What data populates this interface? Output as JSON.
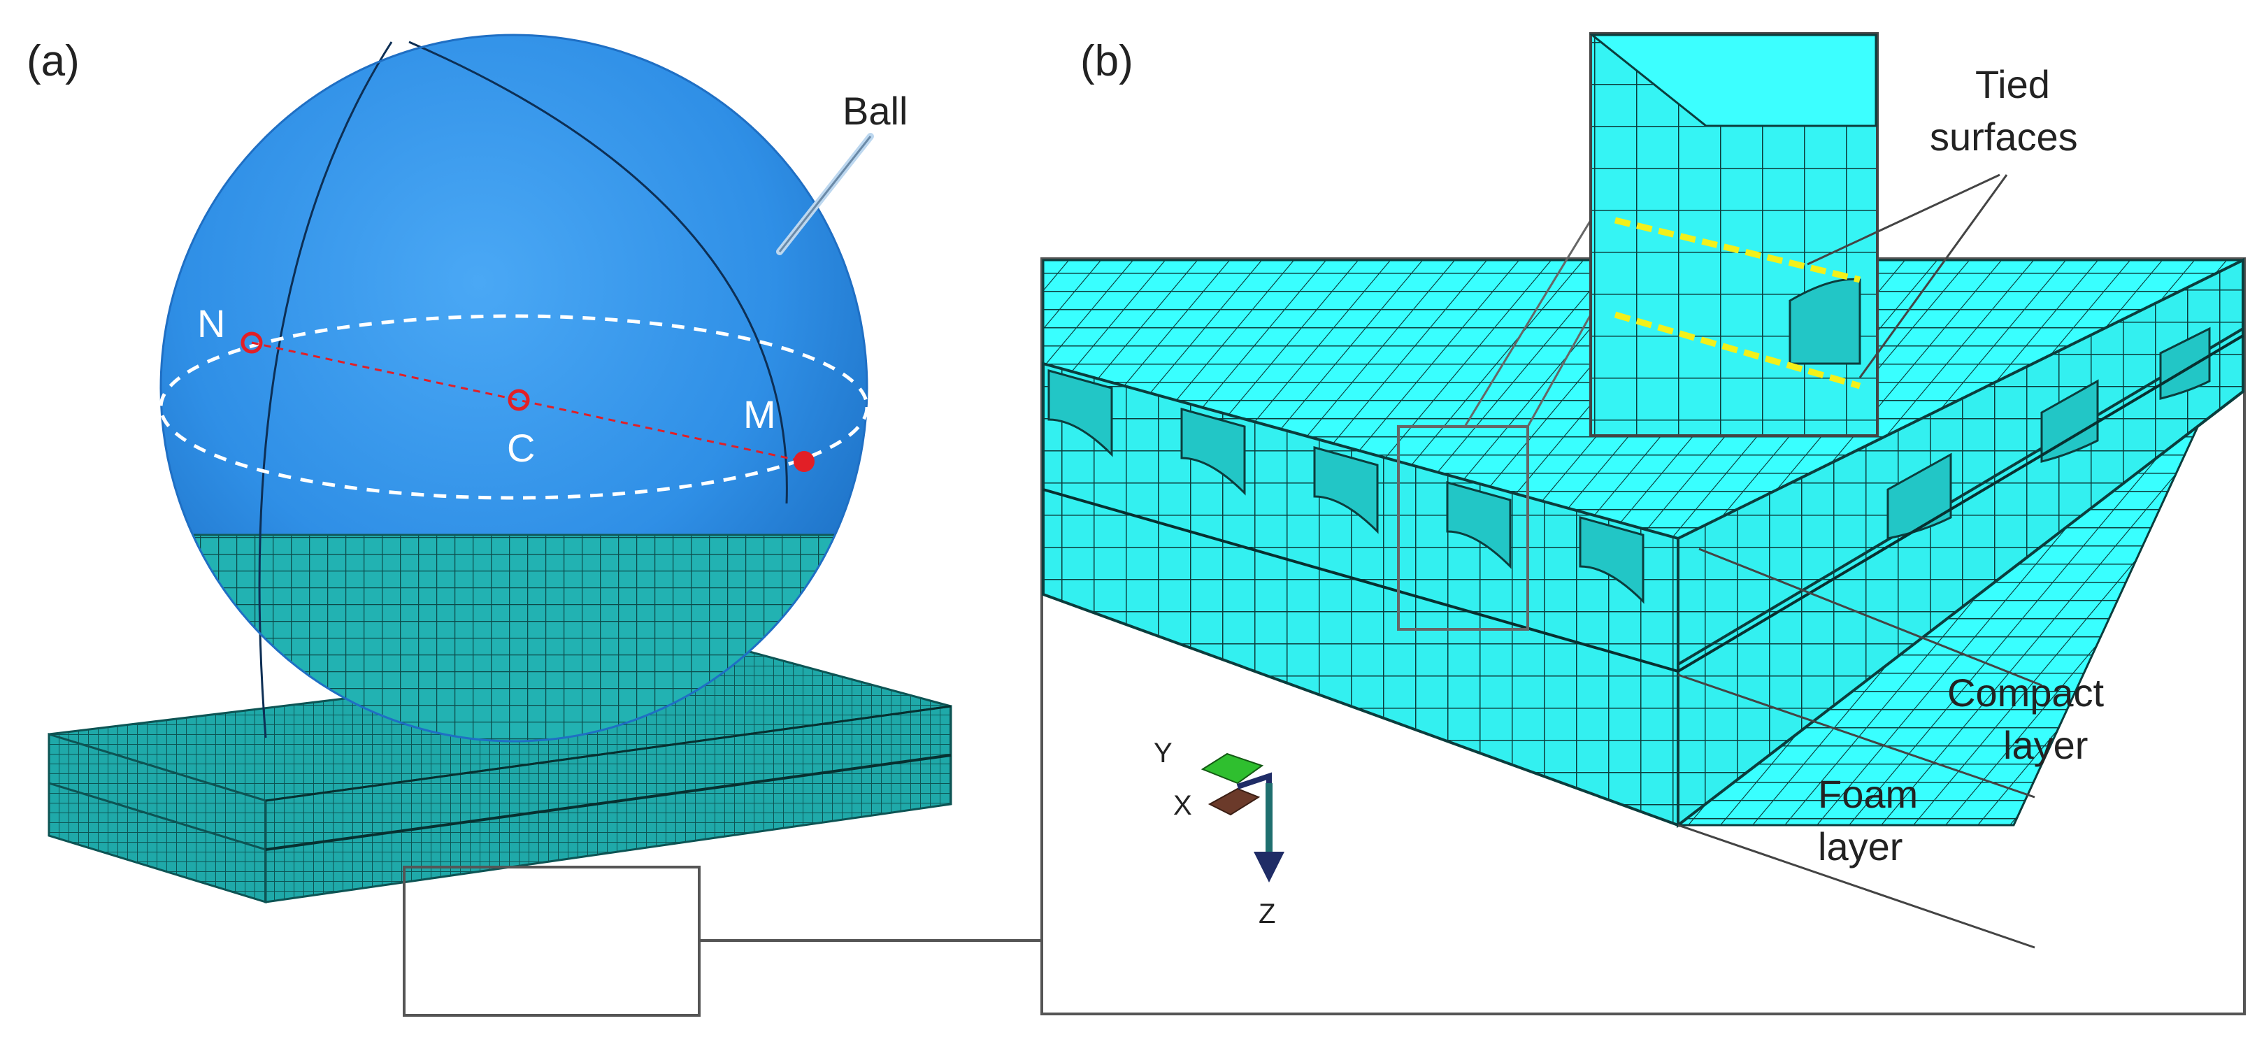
{
  "figure": {
    "panel_a": {
      "label": "(a)",
      "ball_label": "Ball",
      "points": {
        "n": "N",
        "c": "C",
        "m": "M"
      }
    },
    "panel_b": {
      "label": "(b)",
      "tied_label": [
        "Tied",
        "surfaces"
      ],
      "compact_label": [
        "Compact",
        "layer"
      ],
      "foam_label": [
        "Foam",
        "layer"
      ],
      "axes": {
        "y": "Y",
        "x": "X",
        "z": "Z"
      }
    }
  },
  "colors": {
    "ball": "#2f8fe6",
    "ball_dark": "#1f6fc4",
    "mesh": "#21b7b7",
    "mesh_cell": "#33ffff",
    "point_red": "#e21f26",
    "tied_yellow": "#f3f01a",
    "axis_green": "#2fbf2f",
    "axis_brown": "#6b3a2a",
    "axis_blue": "#1f2c66"
  }
}
